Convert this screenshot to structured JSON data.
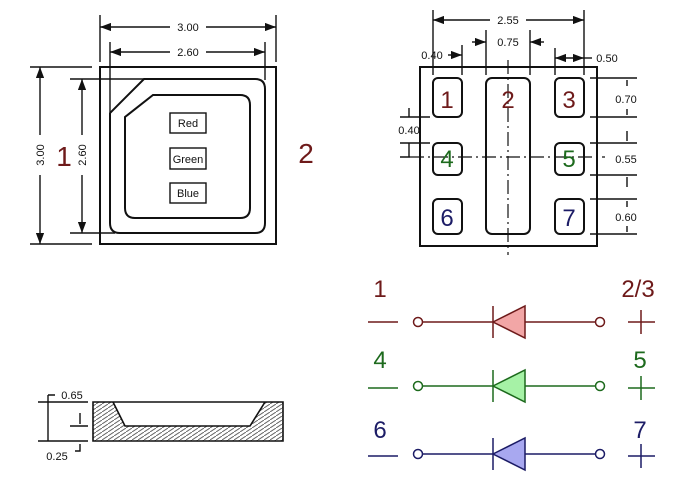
{
  "colors": {
    "red": "#6e1a1a",
    "green": "#1d6a1d",
    "blue": "#1c1c66",
    "red_fill": "#f2a6a6",
    "green_fill": "#a6f2a6",
    "blue_fill": "#a8a8f0"
  },
  "top_view": {
    "width_outer": "3.00",
    "width_inner": "2.60",
    "height_outer": "3.00",
    "height_inner": "2.60",
    "chips": [
      "Red",
      "Green",
      "Blue"
    ],
    "side_left": "1",
    "side_right": "2"
  },
  "pad_view": {
    "pads": [
      "1",
      "2",
      "3",
      "4",
      "5",
      "6",
      "7"
    ],
    "dims": {
      "total": "2.55",
      "center_pad": "0.75",
      "left_pad": "0.40",
      "right_pad": "0.50",
      "gap": "0.40",
      "row1": "0.70",
      "row2": "0.55",
      "row3": "0.60"
    }
  },
  "side_view": {
    "height": "0.65",
    "base": "0.25"
  },
  "schematic": {
    "rows": [
      {
        "anode": "1",
        "cathode": "2/3"
      },
      {
        "anode": "4",
        "cathode": "5"
      },
      {
        "anode": "6",
        "cathode": "7"
      }
    ]
  }
}
